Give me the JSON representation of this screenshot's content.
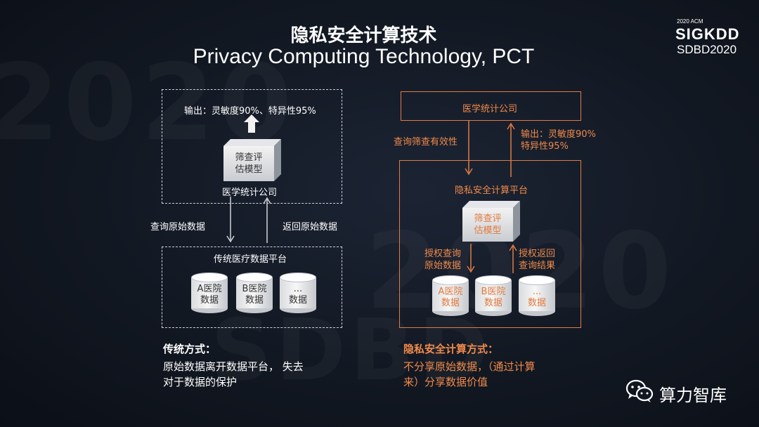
{
  "title": {
    "cn": "隐私安全计算技术",
    "en": "Privacy Computing Technology, PCT"
  },
  "logo": {
    "small": "2020 ACM",
    "big": "SIGKDD",
    "sub": "SDBD2020"
  },
  "left": {
    "output": "输出：灵敏度90%、特异性95%",
    "model": [
      "筛查评",
      "估模型"
    ],
    "company": "医学统计公司",
    "query": "查询原始数据",
    "return": "返回原始数据",
    "platform": "传统医疗数据平台",
    "dbs": [
      [
        "A医院",
        "数据"
      ],
      [
        "B医院",
        "数据"
      ],
      [
        "...",
        "数据"
      ]
    ],
    "heading": "传统方式：",
    "desc": [
      "原始数据离开数据平台， 失去",
      "对于数据的保护"
    ]
  },
  "right": {
    "company": "医学统计公司",
    "query": "查询筛查有效性",
    "output": [
      "输出：灵敏度90%",
      "特异性95%"
    ],
    "platform": "隐私安全计算平台",
    "model": [
      "筛查评",
      "估模型"
    ],
    "auth_query": [
      "授权查询",
      "原始数据"
    ],
    "auth_return": [
      "授权返回",
      "查询结果"
    ],
    "dbs": [
      [
        "A医院",
        "数据"
      ],
      [
        "B医院",
        "数据"
      ],
      [
        "...",
        "数据"
      ]
    ],
    "heading": "隐私安全计算方式：",
    "desc": [
      "不分享原始数据，（通过计算",
      "来）分享数据价值"
    ]
  },
  "footer": {
    "brand": "算力智库"
  },
  "colors": {
    "accent": "#f08a4b",
    "background": "#121822"
  }
}
